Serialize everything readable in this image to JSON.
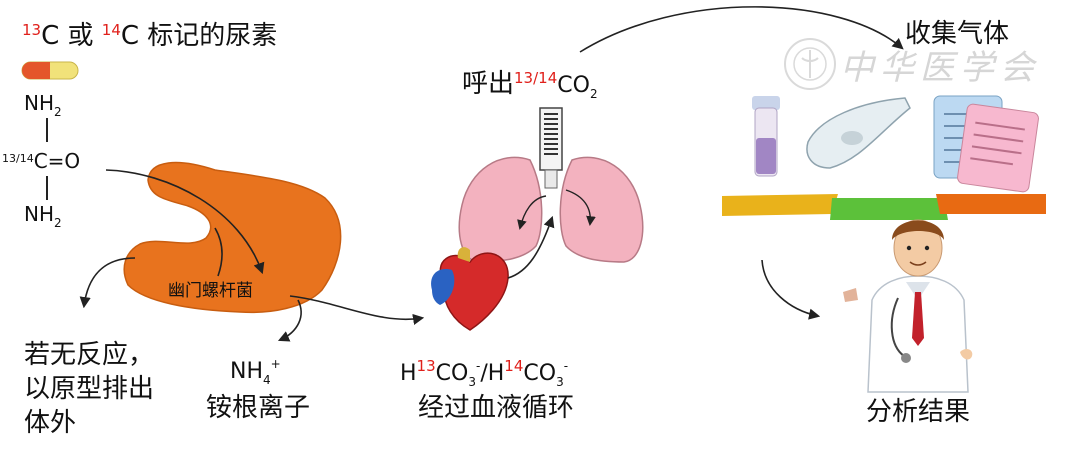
{
  "title": {
    "iso13": "13",
    "c1": "C 或 ",
    "iso14": "14",
    "c2": "C 标记的尿素"
  },
  "urea": {
    "nh2_top": "NH",
    "nh2_bot": "NH",
    "sub2": "2",
    "iso_label": "13/14",
    "carbonyl": "C=O"
  },
  "exhale": {
    "prefix": "呼出",
    "iso": "13/14",
    "co2": "CO",
    "sub2": "2"
  },
  "collect": "收集气体",
  "watermark": "中华医学会",
  "bacteria": "幽门螺杆菌",
  "no_reaction": {
    "line1": "若无反应，",
    "line2": "以原型排出",
    "line3": "体外"
  },
  "ammonium": {
    "nh": "NH",
    "sub4": "4",
    "plus": "+",
    "name": "铵根离子"
  },
  "bicarb": {
    "h1": "H",
    "iso13": "13",
    "co3a": "CO",
    "sub3a": "3",
    "minus_a": "-",
    "slash": "/H",
    "iso14": "14",
    "co3b": "CO",
    "sub3b": "3",
    "minus_b": "-",
    "circulation": "经过血液循环"
  },
  "result": "分析结果",
  "colors": {
    "stomach": "#e8731e",
    "lung": "#f3b2bf",
    "heart_red": "#d52a2a",
    "heart_blue": "#2a62c2",
    "bar_yellow": "#e9b21b",
    "bar_green": "#5cc13a",
    "bar_orange": "#e86a12",
    "isotope_red": "#e0201b"
  }
}
